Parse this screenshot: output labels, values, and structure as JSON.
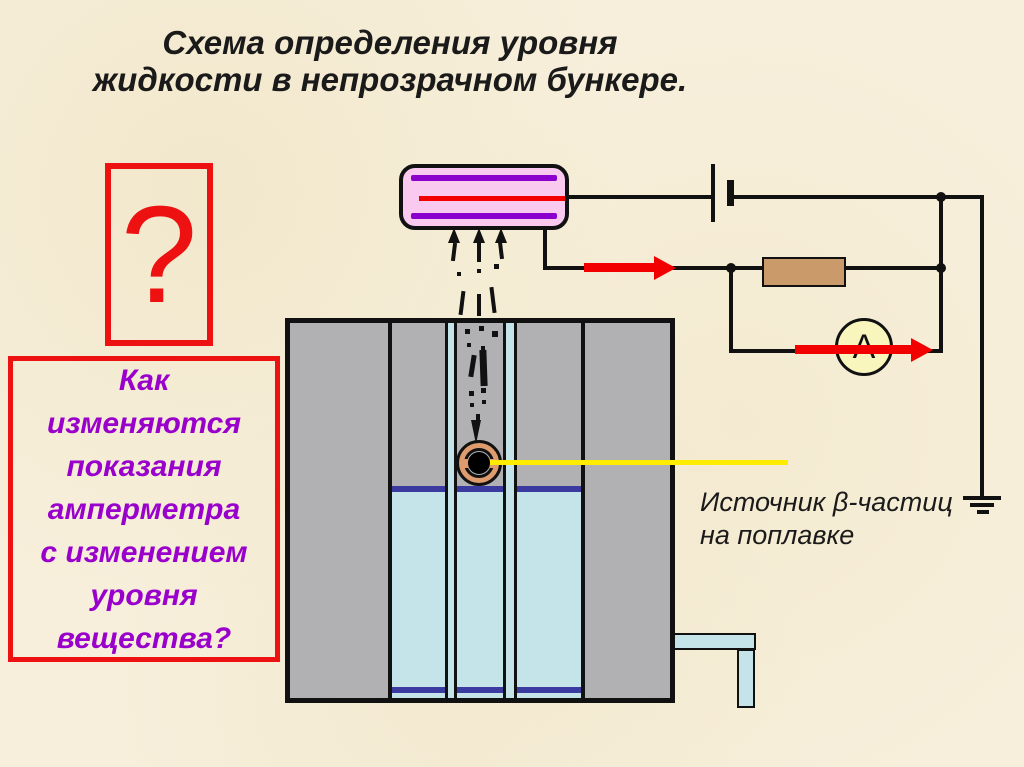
{
  "slide": {
    "title_lines": [
      "Схема определения уровня",
      "жидкости в непрозрачном бункере."
    ]
  },
  "question_mark_box": {
    "mark": "?"
  },
  "question_box": {
    "lines": [
      "Как",
      "изменяются",
      "показания",
      "амперметра",
      "с изменением",
      "уровня",
      "вещества?"
    ]
  },
  "source_label": {
    "lines": [
      "Источник β-частиц",
      "на поплавке"
    ]
  },
  "ammeter": {
    "letter": "A"
  },
  "colors": {
    "background": "#f7efdb",
    "accent-red": "#ee1111",
    "question-purple": "#9a00cc",
    "text-black": "#1a1a1a",
    "bunker-gray": "#b1b1b3",
    "liquid-cyan": "#c4e4ea",
    "level-navy": "#3a3aa0",
    "detector-pink": "#f9c9ef",
    "detector-purple": "#8b00cc",
    "signal-red": "#f20000",
    "wire-black": "#111111",
    "resistor-tan": "#cb9a6b",
    "source-tan": "#dd9b6e",
    "ammeter-yellow": "#f8f5bd",
    "pointer-yellow": "#ffec00"
  }
}
